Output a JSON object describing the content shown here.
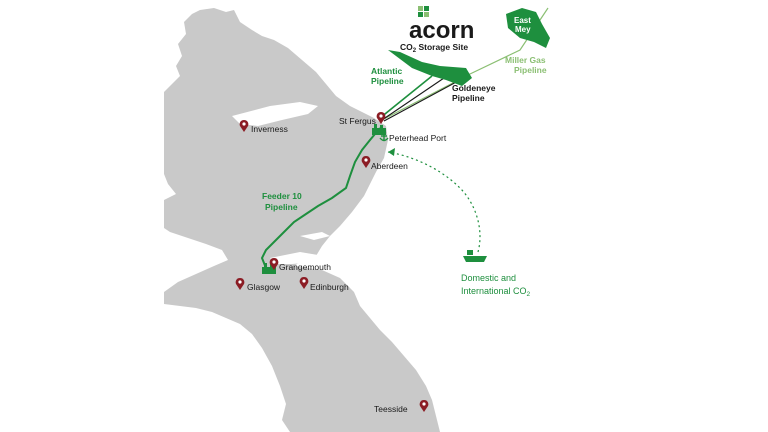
{
  "colors": {
    "land": "#c9c9c9",
    "pipeline_green": "#1e8f3e",
    "miller_green": "#8bbf73",
    "marker": "#8b1c24",
    "text": "#1a1a1a"
  },
  "brand": {
    "logo_text": "acorn",
    "subtitle_prefix": "CO",
    "subtitle_sub": "2",
    "subtitle_suffix": " Storage Site"
  },
  "fields": {
    "east_mey_line1": "East",
    "east_mey_line2": "Mey"
  },
  "pipelines": {
    "atlantic_line1": "Atlantic",
    "atlantic_line2": "Pipeline",
    "goldeneye_line1": "Goldeneye",
    "goldeneye_line2": "Pipeline",
    "miller_line1": "Miller Gas",
    "miller_line2": "Pipeline",
    "feeder_line1": "Feeder 10",
    "feeder_line2": "Pipeline"
  },
  "places": {
    "st_fergus": "St Fergus",
    "peterhead_port": "Peterhead Port",
    "inverness": "Inverness",
    "aberdeen": "Aberdeen",
    "grangemouth": "Grangemouth",
    "glasgow": "Glasgow",
    "edinburgh": "Edinburgh",
    "teesside": "Teesside"
  },
  "shipping": {
    "line1": "Domestic and",
    "line2_prefix": "International CO",
    "line2_sub": "2"
  },
  "icons": [
    "location-pin-icon",
    "anchor-icon",
    "factory-icon",
    "ship-icon",
    "acorn-logo-icon"
  ]
}
